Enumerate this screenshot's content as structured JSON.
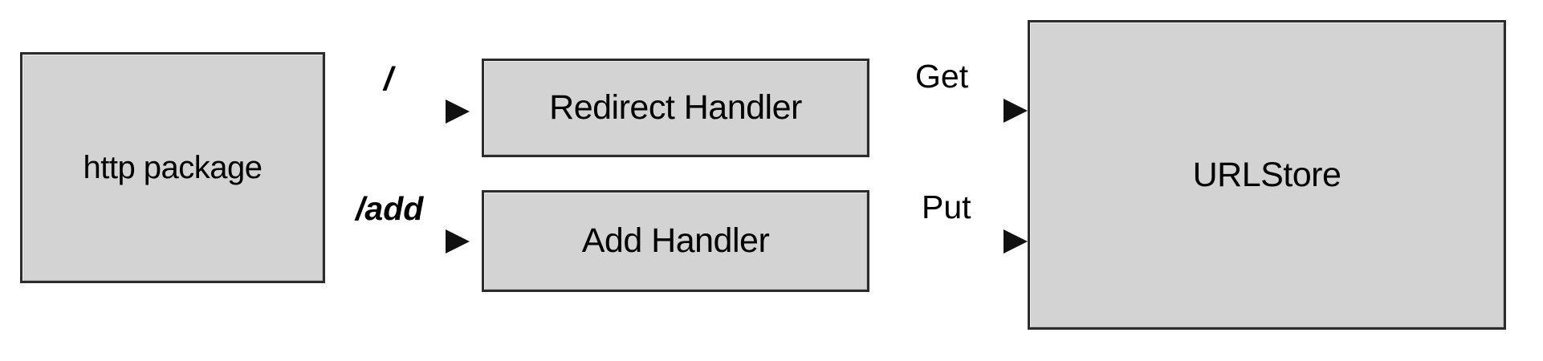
{
  "diagram": {
    "type": "flow-diagram",
    "nodes": [
      {
        "id": "http-package",
        "label": "http package"
      },
      {
        "id": "redirect-handler",
        "label": "Redirect Handler"
      },
      {
        "id": "add-handler",
        "label": "Add Handler"
      },
      {
        "id": "urlstore",
        "label": "URLStore"
      }
    ],
    "edges": [
      {
        "id": "root",
        "label": "/",
        "from": "http-package",
        "to": "redirect-handler",
        "direction": "right",
        "label_style": "bold-italic"
      },
      {
        "id": "add",
        "label": "/add",
        "from": "http-package",
        "to": "add-handler",
        "direction": "right",
        "label_style": "bold-italic"
      },
      {
        "id": "get",
        "label": "Get",
        "from": "redirect-handler",
        "to": "urlstore",
        "direction": "right",
        "label_style": "regular"
      },
      {
        "id": "put",
        "label": "Put",
        "from": "add-handler",
        "to": "urlstore",
        "direction": "right",
        "label_style": "regular"
      }
    ],
    "colors": {
      "box_fill": "#d3d3d3",
      "box_border": "#2b2b2b",
      "arrow": "#111111",
      "text": "#000000",
      "background": "#ffffff"
    }
  }
}
